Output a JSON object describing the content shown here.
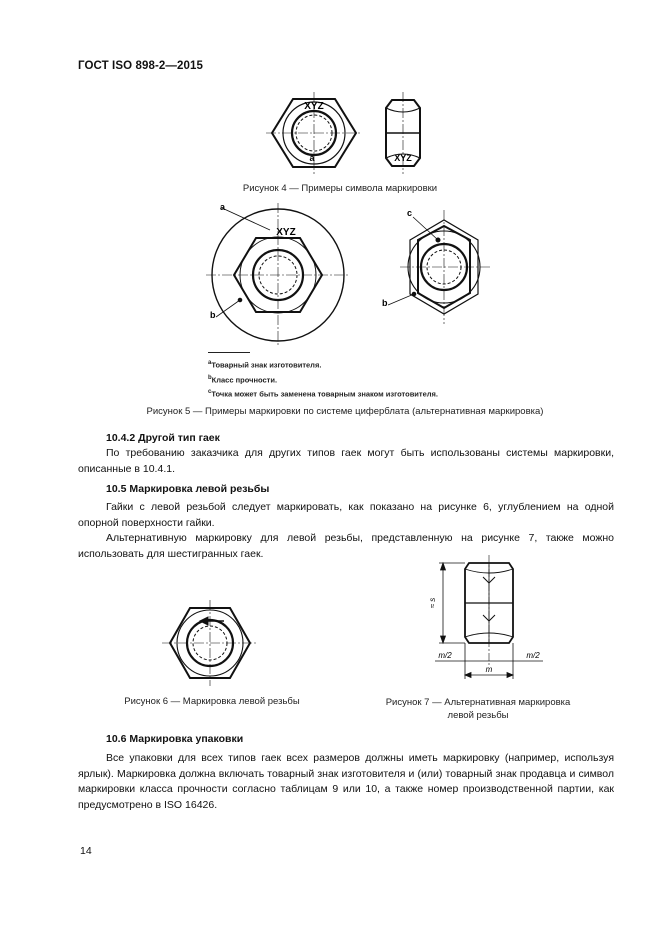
{
  "header": {
    "doc_title": "ГОСТ ISO 898-2—2015"
  },
  "figure4": {
    "caption": "Рисунок 4 — Примеры символа маркировки",
    "mark_left": "XYZ",
    "mark_right": "XYZ",
    "label_a": "a"
  },
  "figure5": {
    "caption": "Рисунок 5 — Примеры маркировки по системе циферблата (альтернативная маркировка)",
    "label_a": "a",
    "label_b_left": "b",
    "label_b_right": "b",
    "label_c": "c",
    "mark": "XYZ",
    "footnotes": [
      {
        "key": "a",
        "text": "Товарный знак изготовителя."
      },
      {
        "key": "b",
        "text": "Класс прочности."
      },
      {
        "key": "c",
        "text": "Точка может быть заменена товарным знаком изготовителя."
      }
    ]
  },
  "section_1042": {
    "title": "10.4.2 Другой тип гаек",
    "text": "По требованию заказчика для других типов гаек могут быть использованы системы маркировки, описанные в 10.4.1."
  },
  "section_105": {
    "title": "10.5 Маркировка левой резьбы",
    "text1": "Гайки с левой резьбой следует маркировать, как показано на рисунке 6, углублением на одной опорной поверхности гайки.",
    "text2": "Альтернативную маркировку для левой резьбы, представленную на рисунке 7, также можно использовать для шестигранных гаек."
  },
  "figure6": {
    "caption": "Рисунок 6 — Маркировка левой резьбы"
  },
  "figure7": {
    "caption_line1": "Рисунок 7 — Альтернативная маркировка",
    "caption_line2": "левой резьбы",
    "dim_height": "≈ s",
    "dim_m2_left": "m/2",
    "dim_m2_right": "m/2",
    "dim_m": "m"
  },
  "section_106": {
    "title": "10.6 Маркировка упаковки",
    "text": "Все упаковки для всех типов гаек всех размеров должны иметь маркировку (например, используя ярлык). Маркировка должна включать товарный знак изготовителя и (или) товарный знак продавца и символ маркировки класса прочности согласно таблицам 9 или 10, а также номер производственной партии, как предусмотрено в ISO 16426."
  },
  "page_number": "14"
}
